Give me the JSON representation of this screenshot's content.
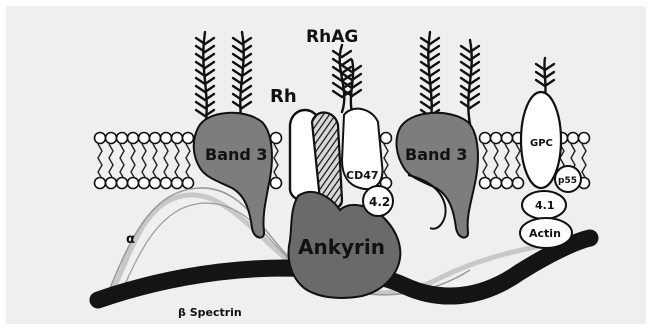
{
  "labels": {
    "rhag": "RhAG",
    "rh": "Rh",
    "band3_left": "Band 3",
    "band3_right": "Band 3",
    "cd47": "CD47",
    "protein_42": "4.2",
    "ankyrin": "Ankyrin",
    "gpc": "GPC",
    "p55": "p55",
    "protein_41": "4.1",
    "actin": "Actin",
    "alpha": "α",
    "beta_spectrin": "β Spectrin"
  },
  "colors": {
    "background": "#efefef",
    "protein_gray": "#7d7d7d",
    "protein_dark": "#6a6a6a",
    "outline": "#111111",
    "beta_spectrin": "#141414",
    "alpha_spectrin": "#c8c8c8",
    "white": "#ffffff"
  }
}
